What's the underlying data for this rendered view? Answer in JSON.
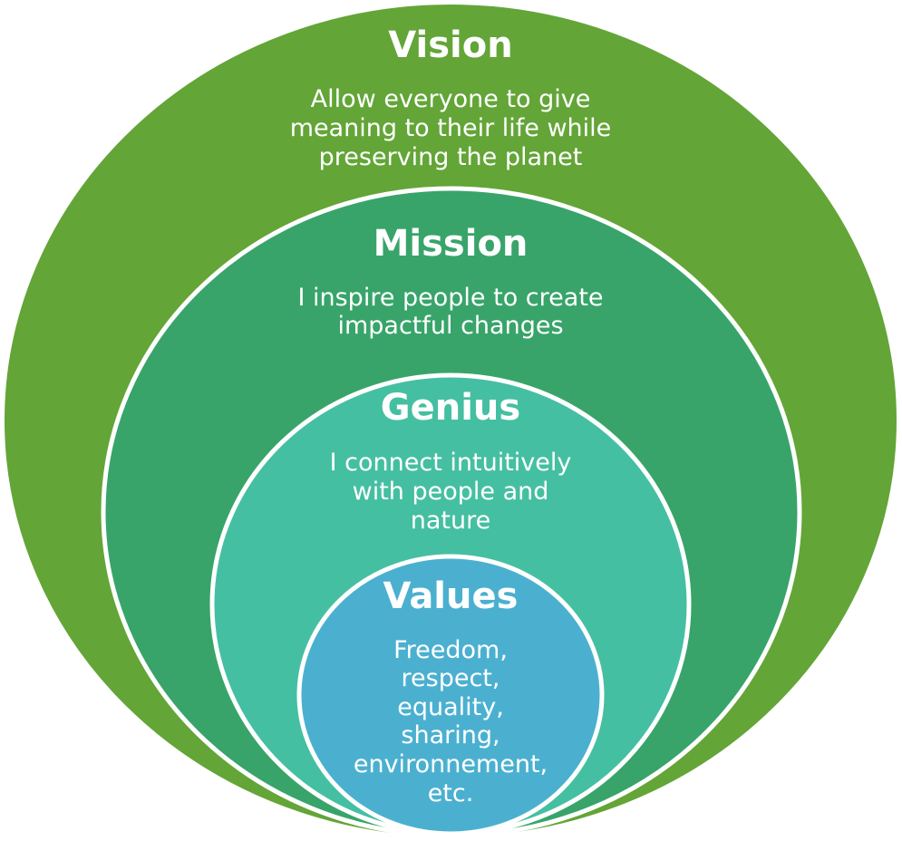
{
  "colors": {
    "vision": "#63a537",
    "mission": "#38a46a",
    "genius": "#45bfa2",
    "values": "#4bb0d0",
    "stroke": "#ffffff"
  },
  "vision": {
    "title": "Vision",
    "lines": [
      "Allow everyone to give",
      "meaning to their life while",
      "preserving the planet"
    ]
  },
  "mission": {
    "title": "Mission",
    "lines": [
      "I inspire people to create",
      "impactful changes"
    ]
  },
  "genius": {
    "title": "Genius",
    "lines": [
      "I connect intuitively",
      "with people and",
      "nature"
    ]
  },
  "values": {
    "title": "Values",
    "lines": [
      "Freedom,",
      "respect,",
      "equality,",
      "sharing,",
      "environnement,",
      "etc."
    ]
  }
}
